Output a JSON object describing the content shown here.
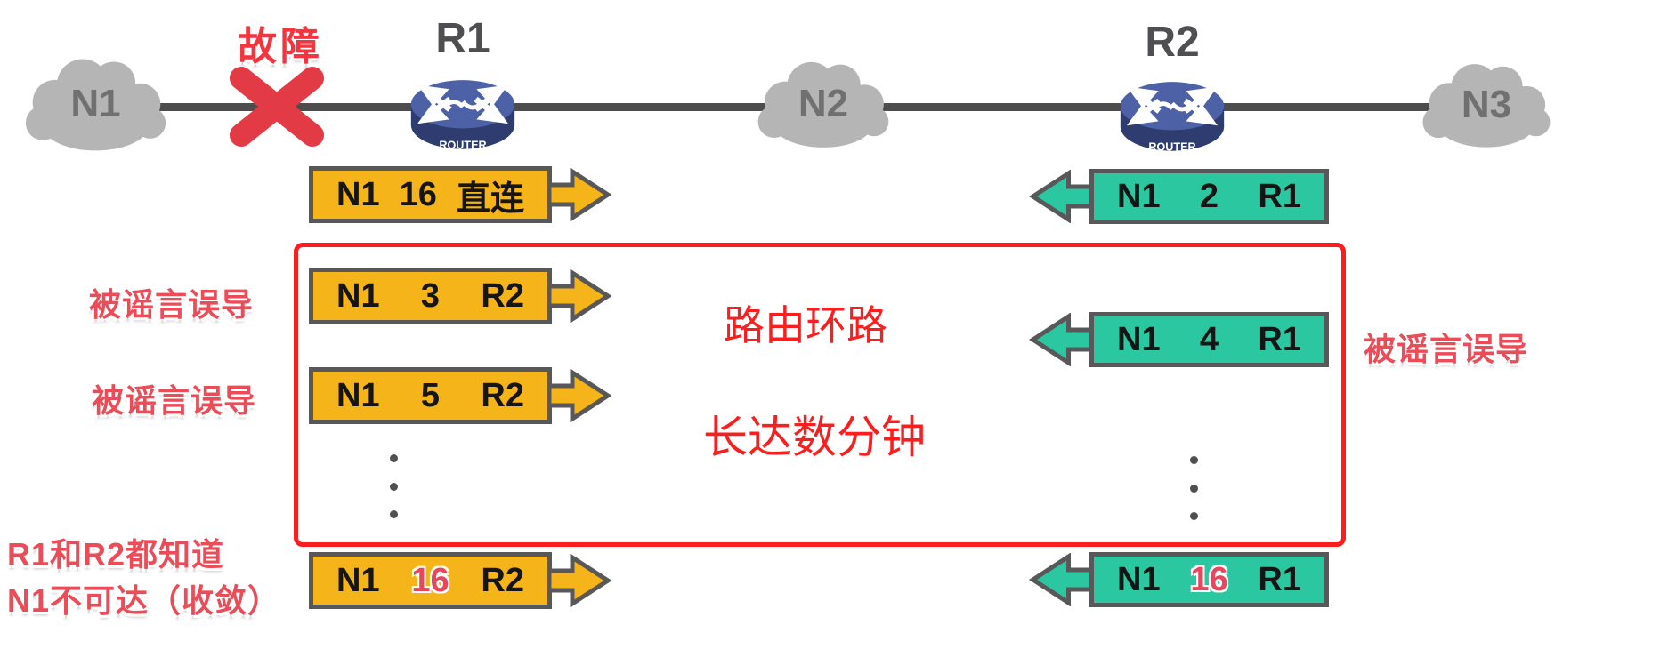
{
  "topology": {
    "failure_label": "故障",
    "clouds": [
      {
        "label": "N1"
      },
      {
        "label": "N2"
      },
      {
        "label": "N3"
      }
    ],
    "routers": [
      {
        "name": "R1",
        "caption": "ROUTER"
      },
      {
        "name": "R2",
        "caption": "ROUTER"
      }
    ]
  },
  "r1_adverts": [
    {
      "dest": "N1",
      "metric": "16",
      "via": "直连"
    },
    {
      "dest": "N1",
      "metric": "3",
      "via": "R2"
    },
    {
      "dest": "N1",
      "metric": "5",
      "via": "R2"
    },
    {
      "dest": "N1",
      "metric": "16",
      "via": "R2"
    }
  ],
  "r2_adverts": [
    {
      "dest": "N1",
      "metric": "2",
      "via": "R1"
    },
    {
      "dest": "N1",
      "metric": "4",
      "via": "R1"
    },
    {
      "dest": "N1",
      "metric": "16",
      "via": "R1"
    }
  ],
  "annotations": {
    "loop_line1": "路由环路",
    "loop_line2": "长达数分钟",
    "misled_left_top": "被谣言误导",
    "misled_left_bottom": "被谣言误导",
    "misled_right": "被谣言误导",
    "converged_line1": "R1和R2都知道",
    "converged_line2": "N1不可达（收敛）"
  },
  "colors": {
    "advert_yellow": "#f5b51a",
    "advert_teal": "#2bc7a0",
    "outline_gray": "#58585a",
    "link_gray": "#4d4d4d",
    "cloud_gray": "#b5b5b5",
    "loop_red": "#fa1e1e",
    "label_red": "#ec4c57",
    "failure_red": "#f4343e",
    "metric_red": "#e8465a",
    "router_blue_top": "#4d62a6",
    "router_blue_side": "#2e3c6f"
  }
}
